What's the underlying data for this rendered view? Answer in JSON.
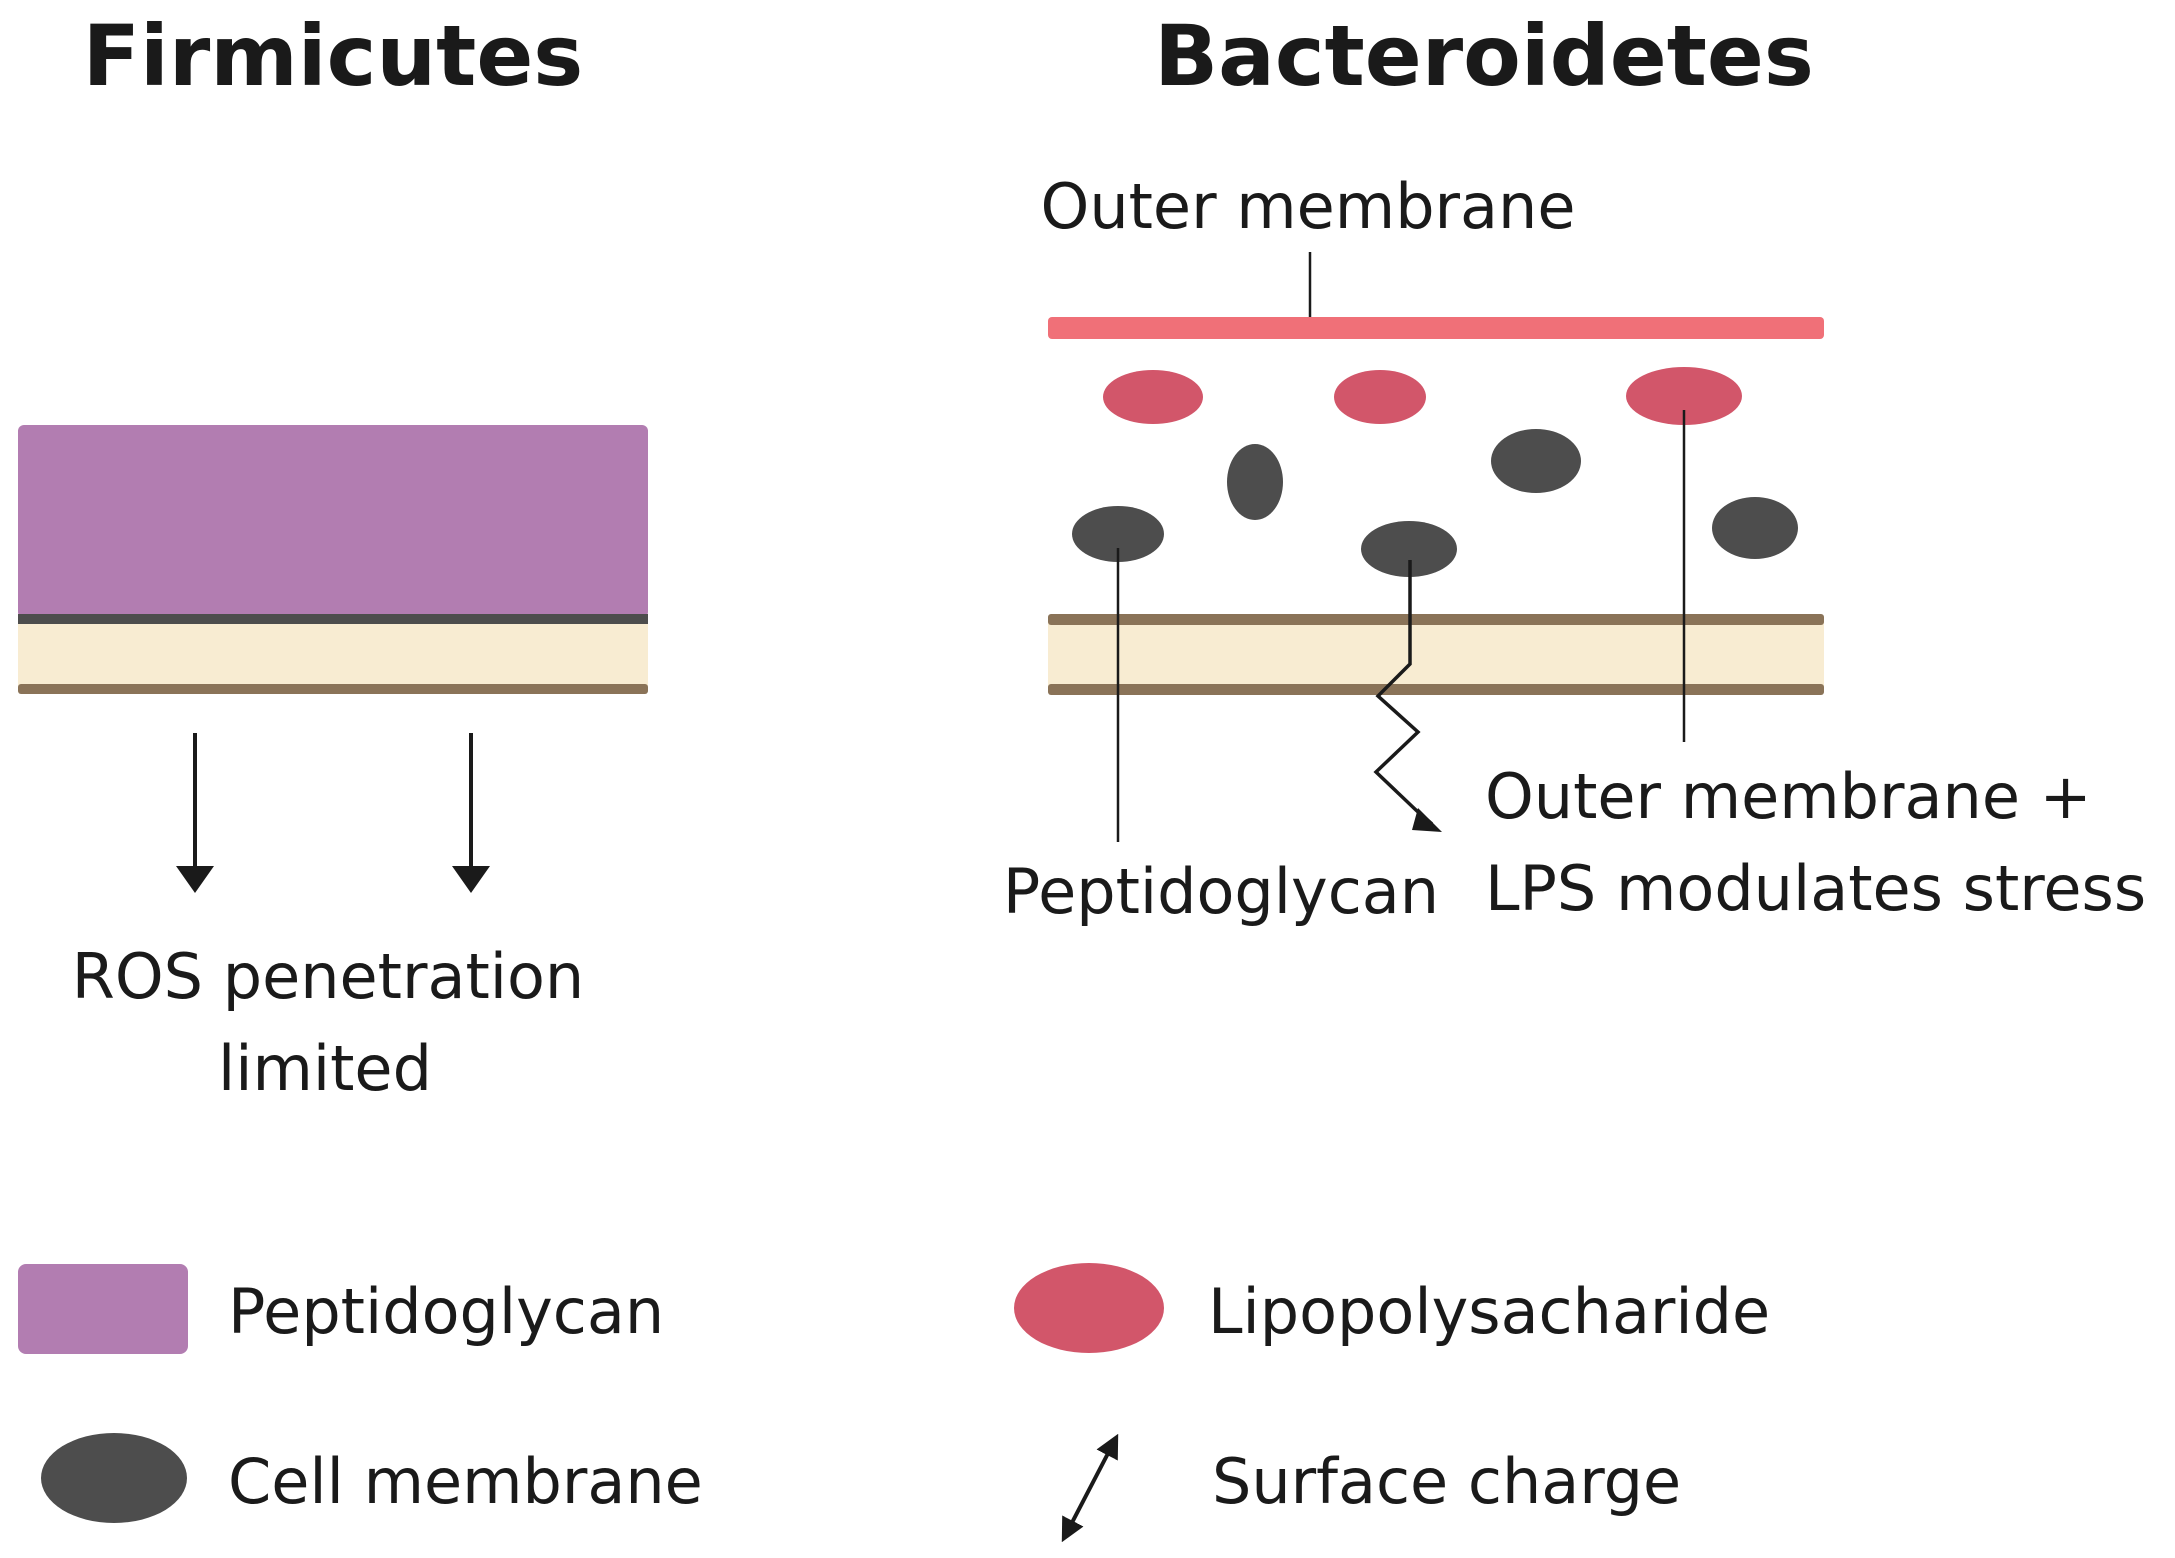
{
  "firmicutes": {
    "title": "Firmicutes",
    "caption_line1": "ROS penetration",
    "caption_line2": "limited"
  },
  "bacteroidetes": {
    "title": "Bacteroidetes",
    "outer_membrane_label": "Outer membrane",
    "peptidoglycan_label": "Peptidoglycan",
    "lps_label_line1": "Outer membrane +",
    "lps_label_line2": "LPS modulates stress"
  },
  "legend": {
    "peptidoglycan": "Peptidoglycan",
    "lipopolysaccharide": "Lipopolysacharide",
    "cell_membrane": "Cell membrane",
    "surface_charge": "Surface charge"
  },
  "colors": {
    "peptidoglycan": "#b27db1",
    "lipopolysaccharide": "#d2566a",
    "outer_membrane": "#f07078",
    "cell_membrane": "#4d4d4d",
    "membrane_fill": "#f8ecd2",
    "membrane_line": "#8a7358",
    "arrow": "#1a1a1a"
  },
  "icons": {
    "surface_charge": "double-headed-arrow-icon",
    "ros_arrow": "down-arrow-icon",
    "stress_arrow": "zigzag-arrow-icon"
  }
}
